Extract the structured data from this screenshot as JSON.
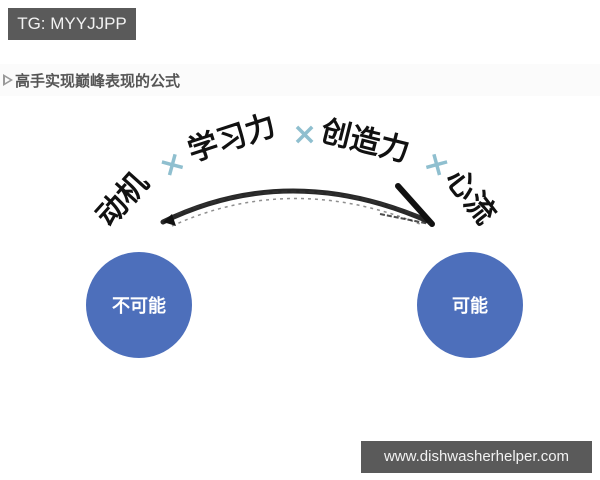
{
  "tag_label": "TG: MYYJJPP",
  "heading": {
    "marker_icon": "triangle-right-icon",
    "text": "高手实现巅峰表现的公式"
  },
  "formula": {
    "terms": [
      "动机",
      "学习力",
      "创造力",
      "心流"
    ],
    "operator": "×",
    "operator_color": "#8fbfcf",
    "term_color": "#111111"
  },
  "arrow": {
    "icon": "brush-arrow-icon",
    "direction": "left-to-right"
  },
  "nodes": {
    "start": {
      "label": "不可能",
      "color": "#4d6fbb"
    },
    "end": {
      "label": "可能",
      "color": "#4d6fbb"
    }
  },
  "watermark": "www.dishwasherhelper.com"
}
